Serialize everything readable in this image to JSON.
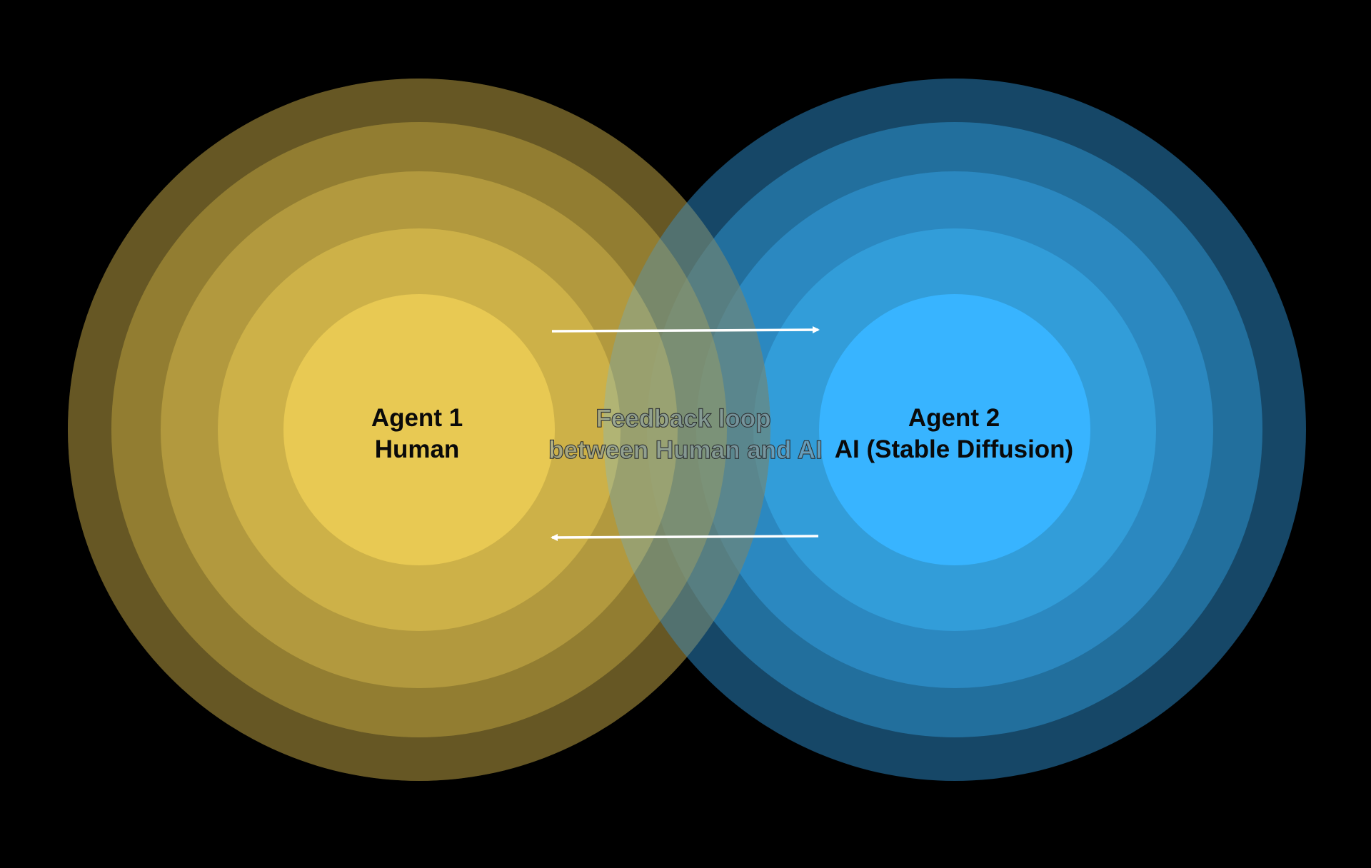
{
  "colors": {
    "background": "#000000",
    "agent1_rings": [
      "#665825",
      "#a08b37",
      "#c7ab45",
      "#e0c350",
      "#ffdd5c"
    ],
    "agent2_rings": [
      "#164767",
      "#226f9d",
      "#2b88c0",
      "#329dd9",
      "#38b4ff"
    ],
    "overlay_tint": "rgba(130, 200, 230, 0.28)",
    "arrow": "#ffffff",
    "agent_text": "#0a0a0a"
  },
  "agent1": {
    "title": "Agent 1",
    "subtitle": "Human"
  },
  "agent2": {
    "title": "Agent 2",
    "subtitle": "AI (Stable Diffusion)"
  },
  "feedback": {
    "line1": "Feedback loop",
    "line2": "between Human and AI"
  },
  "arrows": [
    {
      "direction": "right",
      "from": "agent1",
      "to": "agent2",
      "icon": "arrow-right-icon"
    },
    {
      "direction": "left",
      "from": "agent2",
      "to": "agent1",
      "icon": "arrow-left-icon"
    }
  ]
}
